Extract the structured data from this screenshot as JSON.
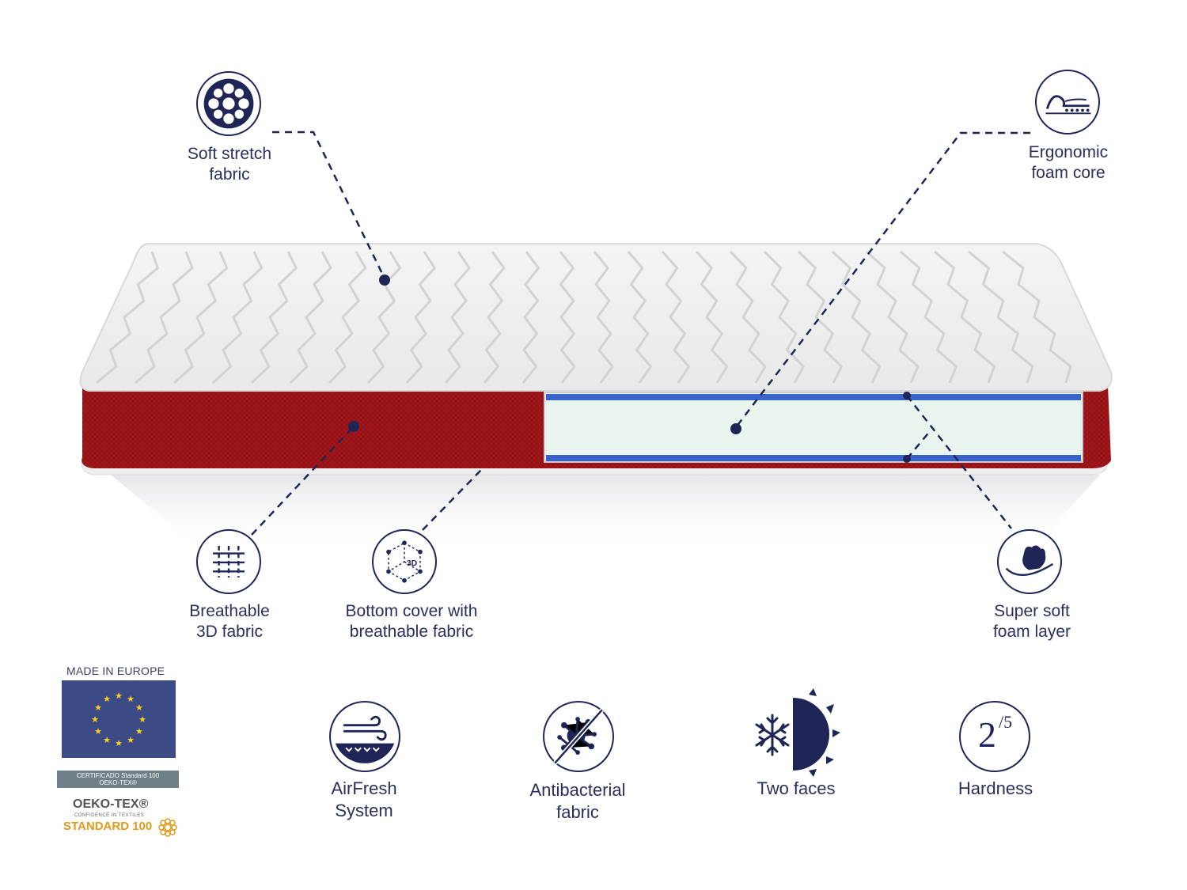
{
  "colors": {
    "navy": "#1f2557",
    "red": "#a3171b",
    "foam": "#e8f6ef",
    "blue": "#3a63c9",
    "gold": "#e19a1b",
    "eu_blue": "#3c4a86",
    "eu_star": "#ffd21a"
  },
  "callouts": {
    "soft_stretch": {
      "line1": "Soft stretch",
      "line2": "fabric",
      "icon": "circles-icon"
    },
    "ergonomic": {
      "line1": "Ergonomic",
      "line2": "foam core",
      "icon": "body-contour-icon"
    },
    "breathable": {
      "line1": "Breathable",
      "line2": "3D fabric",
      "icon": "weave-icon"
    },
    "bottom_cover": {
      "line1": "Bottom cover with",
      "line2": "breathable fabric",
      "icon": "3d-cube-icon",
      "icon_text": "3D"
    },
    "super_soft": {
      "line1": "Super soft",
      "line2": "foam layer",
      "icon": "hand-press-icon"
    }
  },
  "features": [
    {
      "line1": "AirFresh",
      "line2": "System",
      "icon": "air-flow-icon"
    },
    {
      "line1": "Antibacterial",
      "line2": "fabric",
      "icon": "antibacterial-icon"
    },
    {
      "line1": "Two faces",
      "line2": "",
      "icon": "winter-summer-icon"
    },
    {
      "line1": "Hardness",
      "line2": "",
      "icon": "hardness-icon",
      "value": "2",
      "scale": "/5"
    }
  ],
  "badges": {
    "made_in": "MADE IN EUROPE",
    "cert_line1": "CERTIFICADO Standard 100",
    "cert_line2": "OEKO-TEX®",
    "oeko_name": "OEKO-TEX®",
    "oeko_sub": "CONFIDENCE IN TEXTILES",
    "oeko_std": "STANDARD 100"
  }
}
